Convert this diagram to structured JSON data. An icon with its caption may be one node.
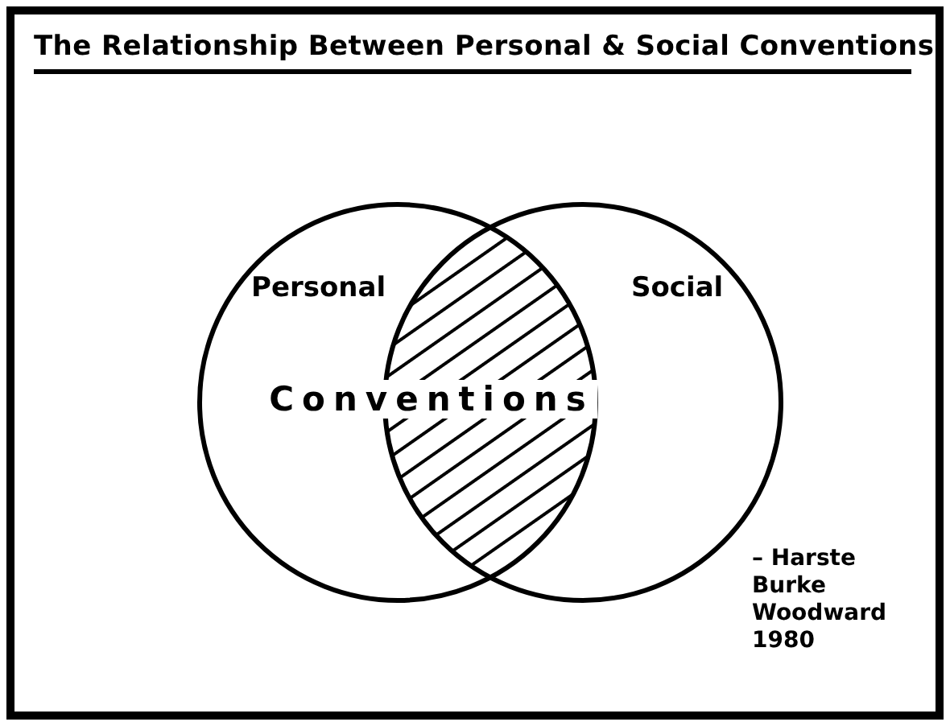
{
  "diagram": {
    "title": "The Relationship Between Personal & Social Conventions",
    "nodes": [
      {
        "text": [
          "Personal"
        ]
      },
      {
        "text": [
          "Social"
        ]
      },
      {
        "text": [
          "Conventions"
        ]
      }
    ],
    "labels": [
      "– Harste Burke Woodward 1980"
    ]
  }
}
